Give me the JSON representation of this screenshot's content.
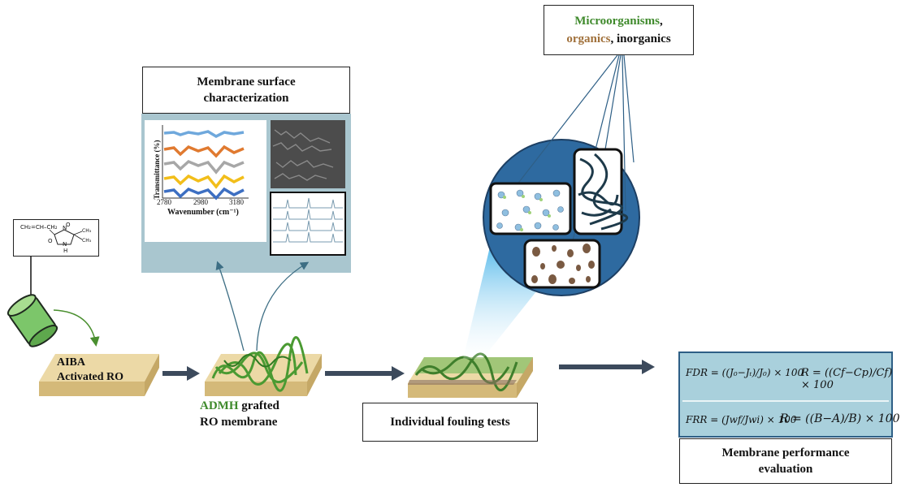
{
  "chem_box": {
    "formula_top": "CH₂=CH–CH₂",
    "label_o1": "O",
    "label_o2": "O",
    "label_n1": "N",
    "label_n2": "N",
    "label_h": "H",
    "label_ch3a": "CH₃",
    "label_ch3b": "CH₃"
  },
  "step1": {
    "line1": "AIBA",
    "line2": "Activated RO"
  },
  "step2": {
    "highlight": "ADMH",
    "line1_rest": " grafted",
    "line2": "RO membrane"
  },
  "characterization": {
    "title_line1": "Membrane surface",
    "title_line2": "characterization",
    "ftir_ylabel": "Transmittance (%)",
    "ftir_xlabel": "Wavenumber (cm⁻¹)",
    "ftir_ticks": [
      "2780",
      "2980",
      "3180"
    ]
  },
  "foulants": {
    "micro": "Microorganisms",
    "comma1": ",",
    "organics": "organics",
    "rest": ", inorganics"
  },
  "fouling_box": "Individual fouling tests",
  "performance": {
    "eq_fdr": "FDR = ((J₀−Jₜ)/J₀) × 100",
    "eq_r1": "R = ((Cf−Cp)/Cf) × 100",
    "eq_frr": "FRR = (Jwf/Jwi) × 100",
    "eq_r2": "R = ((B−A)/B) × 100",
    "label_line1": "Membrane performance",
    "label_line2": "evaluation"
  },
  "colors": {
    "green_text": "#3f8a2c",
    "brown_text": "#a0703a",
    "arrow": "#3c4a5c",
    "membrane": "#e8cf95",
    "panel": "#a9c6cf",
    "circle": "#2e6aa0"
  }
}
